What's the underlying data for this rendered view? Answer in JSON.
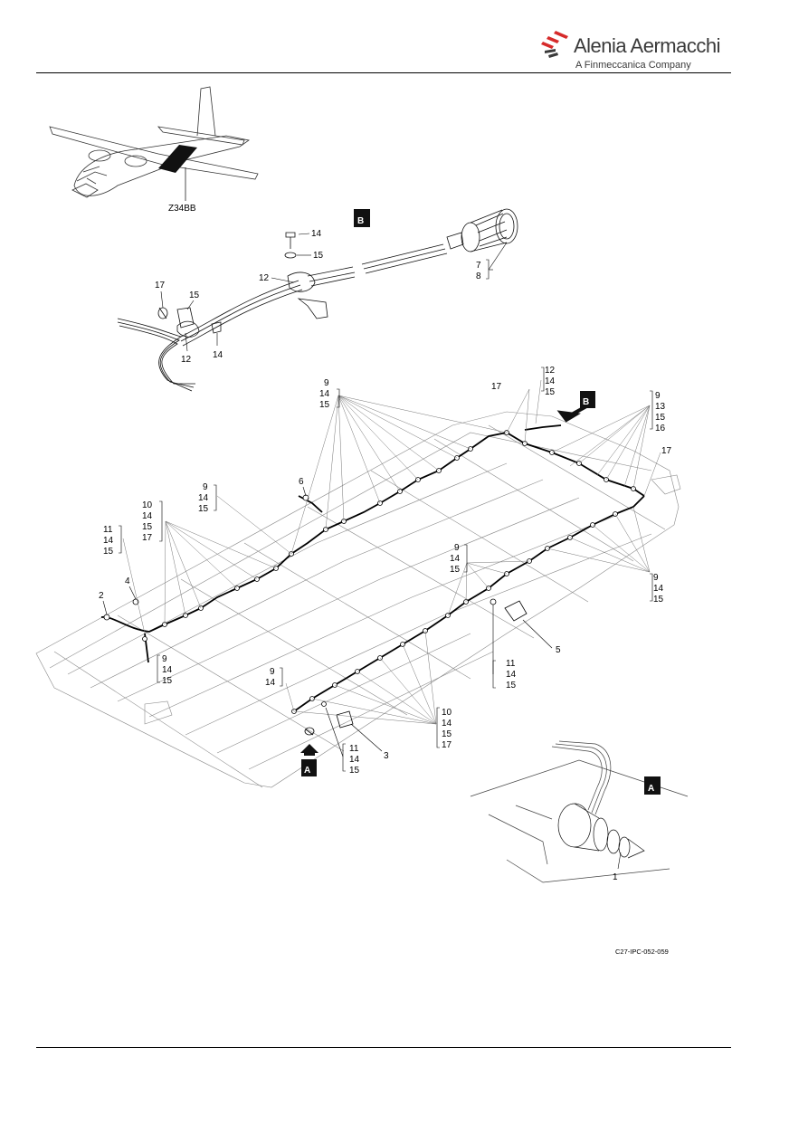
{
  "header": {
    "brand_name": "Alenia Aermacchi",
    "brand_sub": "A Finmeccanica Company",
    "brand_color": "#d62a2a",
    "text_color": "#3a3a3a"
  },
  "figure": {
    "zone_label": "Z34BB",
    "view_a": "A",
    "view_b": "B",
    "drawing_ref": "C27-IPC-052-059",
    "callouts": {
      "b_group_78": [
        "7",
        "8"
      ],
      "b_14_top": "14",
      "b_15_top": "15",
      "b_12": "12",
      "b_17": "17",
      "b_15_left": "15",
      "b_12_bottom": "12",
      "b_14_bottom": "14",
      "g_9_14_15_top": [
        "9",
        "14",
        "15"
      ],
      "g_12_14_15": [
        "12",
        "14",
        "15"
      ],
      "g_17_top": "17",
      "g_9_13_15_16": [
        "9",
        "13",
        "15",
        "16"
      ],
      "g_17_right": "17",
      "g_6": "6",
      "g_9_14_15_left": [
        "9",
        "14",
        "15"
      ],
      "g_10_14_15_17_left": [
        "10",
        "14",
        "15",
        "17"
      ],
      "g_11_14_15_left": [
        "11",
        "14",
        "15"
      ],
      "g_4": "4",
      "g_2": "2",
      "g_9_14_15_mid": [
        "9",
        "14",
        "15"
      ],
      "g_9_14_15_right": [
        "9",
        "14",
        "15"
      ],
      "g_5": "5",
      "g_11_14_15_mid": [
        "11",
        "14",
        "15"
      ],
      "g_9_14_15_bottom_left": [
        "9",
        "14",
        "15"
      ],
      "g_9_14": [
        "9",
        "14"
      ],
      "g_10_14_15_17_bottom": [
        "10",
        "14",
        "15",
        "17"
      ],
      "g_3": "3",
      "g_11_14_15_bottom": [
        "11",
        "14",
        "15"
      ],
      "a_1": "1"
    }
  }
}
